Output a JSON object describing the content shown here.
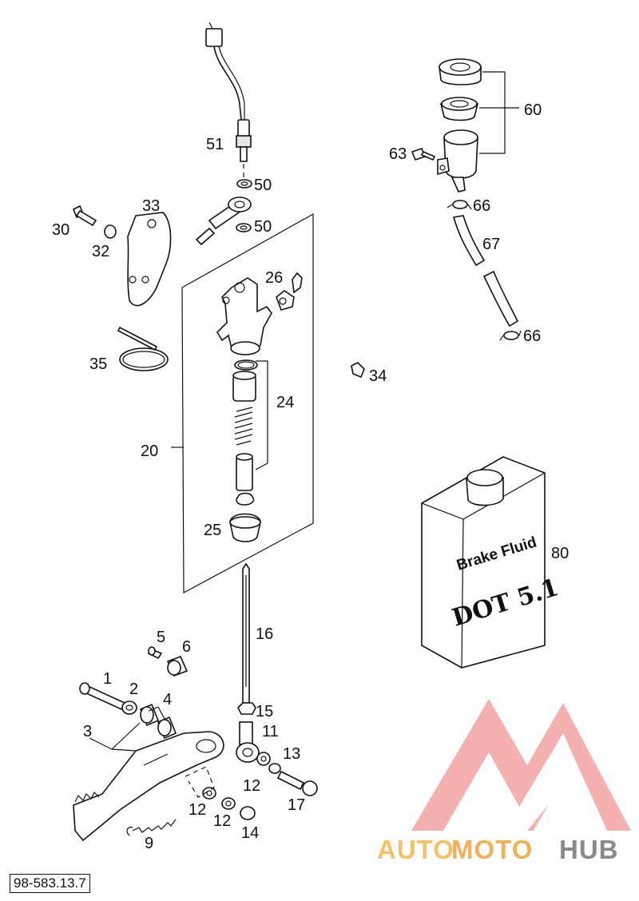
{
  "diagram_code": "98-583.13.7",
  "watermark": {
    "part_a": "AUTO",
    "part_b": "MOTO",
    "part_c": "HUB",
    "color_main": "#f2b05a",
    "color_hub": "#8a8a8a",
    "logo_color": "#ee7a7a"
  },
  "fluid_can": {
    "line1": "Brake Fluid",
    "line2": "DOT 5.1"
  },
  "callouts": {
    "c1": "1",
    "c2": "2",
    "c3": "3",
    "c4": "4",
    "c5": "5",
    "c6": "6",
    "c9": "9",
    "c11": "11",
    "c12a": "12",
    "c12b": "12",
    "c12c": "12",
    "c13": "13",
    "c14": "14",
    "c15": "15",
    "c16": "16",
    "c17": "17",
    "c20": "20",
    "c24": "24",
    "c25": "25",
    "c26": "26",
    "c30": "30",
    "c32": "32",
    "c33": "33",
    "c34": "34",
    "c35": "35",
    "c50a": "50",
    "c50b": "50",
    "c51": "51",
    "c60": "60",
    "c63": "63",
    "c66a": "66",
    "c66b": "66",
    "c67": "67",
    "c80": "80"
  }
}
